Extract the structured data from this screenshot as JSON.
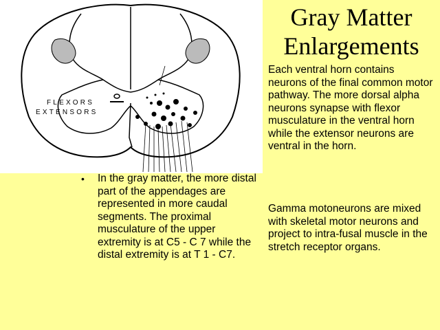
{
  "slide": {
    "title_line1": "Gray Matter",
    "title_line2": "Enlargements",
    "figure": {
      "label_flexors": "FLEXORS",
      "label_extensors": "EXTENSORS"
    },
    "paragraph1": "Each ventral horn contains neurons of the final common motor pathway.  The more dorsal  alpha neurons synapse with flexor musculature in the ventral horn while the extensor neurons are ventral in the horn.",
    "paragraph2": "Gamma motoneurons are mixed with skeletal motor neurons and project to intra-fusal muscle in the stretch receptor organs.",
    "bullet_symbol": "•",
    "bullet_text": "In the gray matter, the more distal part of the appendages are represented in more caudal segments. The proximal musculature of the upper extremity is at C5 - C 7 while the distal extremity is at T 1 - C7."
  },
  "colors": {
    "background": "#FFFF99",
    "figure_background": "#FFFFFF",
    "text": "#000000"
  }
}
